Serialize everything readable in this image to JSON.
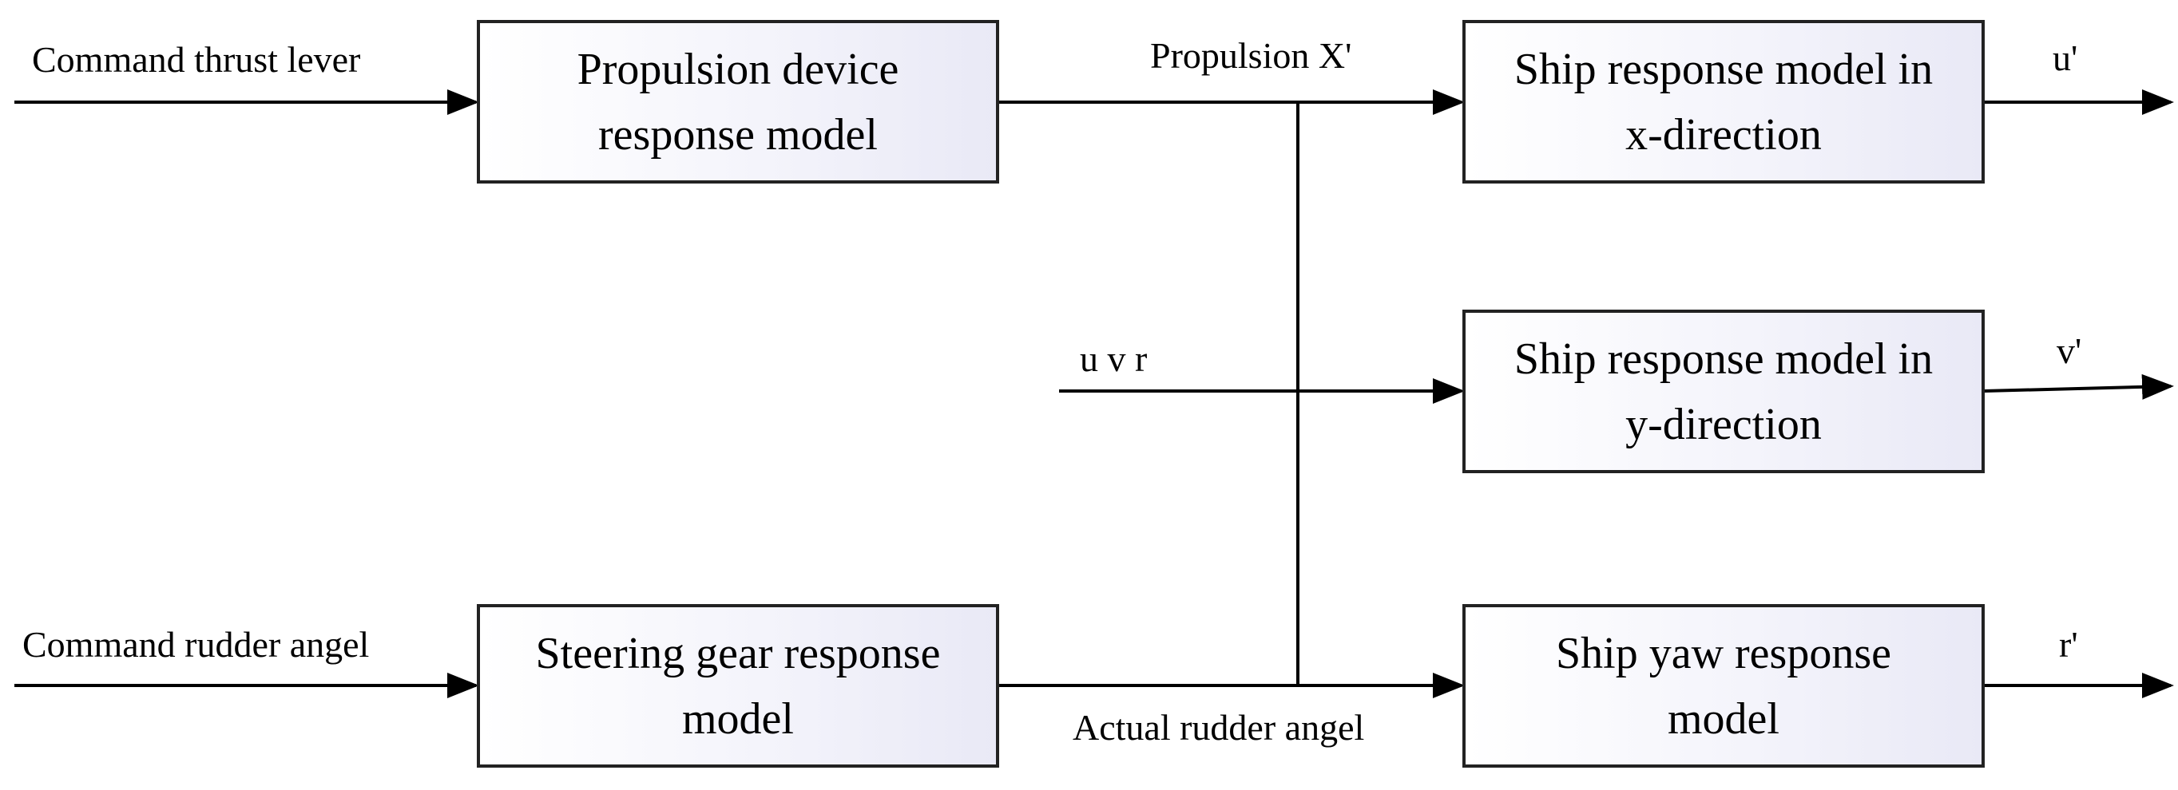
{
  "blocks": {
    "propulsion": "Propulsion device\nresponse model",
    "steering": "Steering gear response\nmodel",
    "ship_x": "Ship response model in\nx-direction",
    "ship_y": "Ship response model in\ny-direction",
    "ship_yaw": "Ship yaw response\nmodel"
  },
  "labels": {
    "command_thrust": "Command thrust lever",
    "command_rudder": "Command rudder angel",
    "propulsion_x": "Propulsion X'",
    "uvr": "u v r",
    "actual_rudder": "Actual rudder angel",
    "u_out": "u'",
    "v_out": "v'",
    "r_out": "r'"
  }
}
